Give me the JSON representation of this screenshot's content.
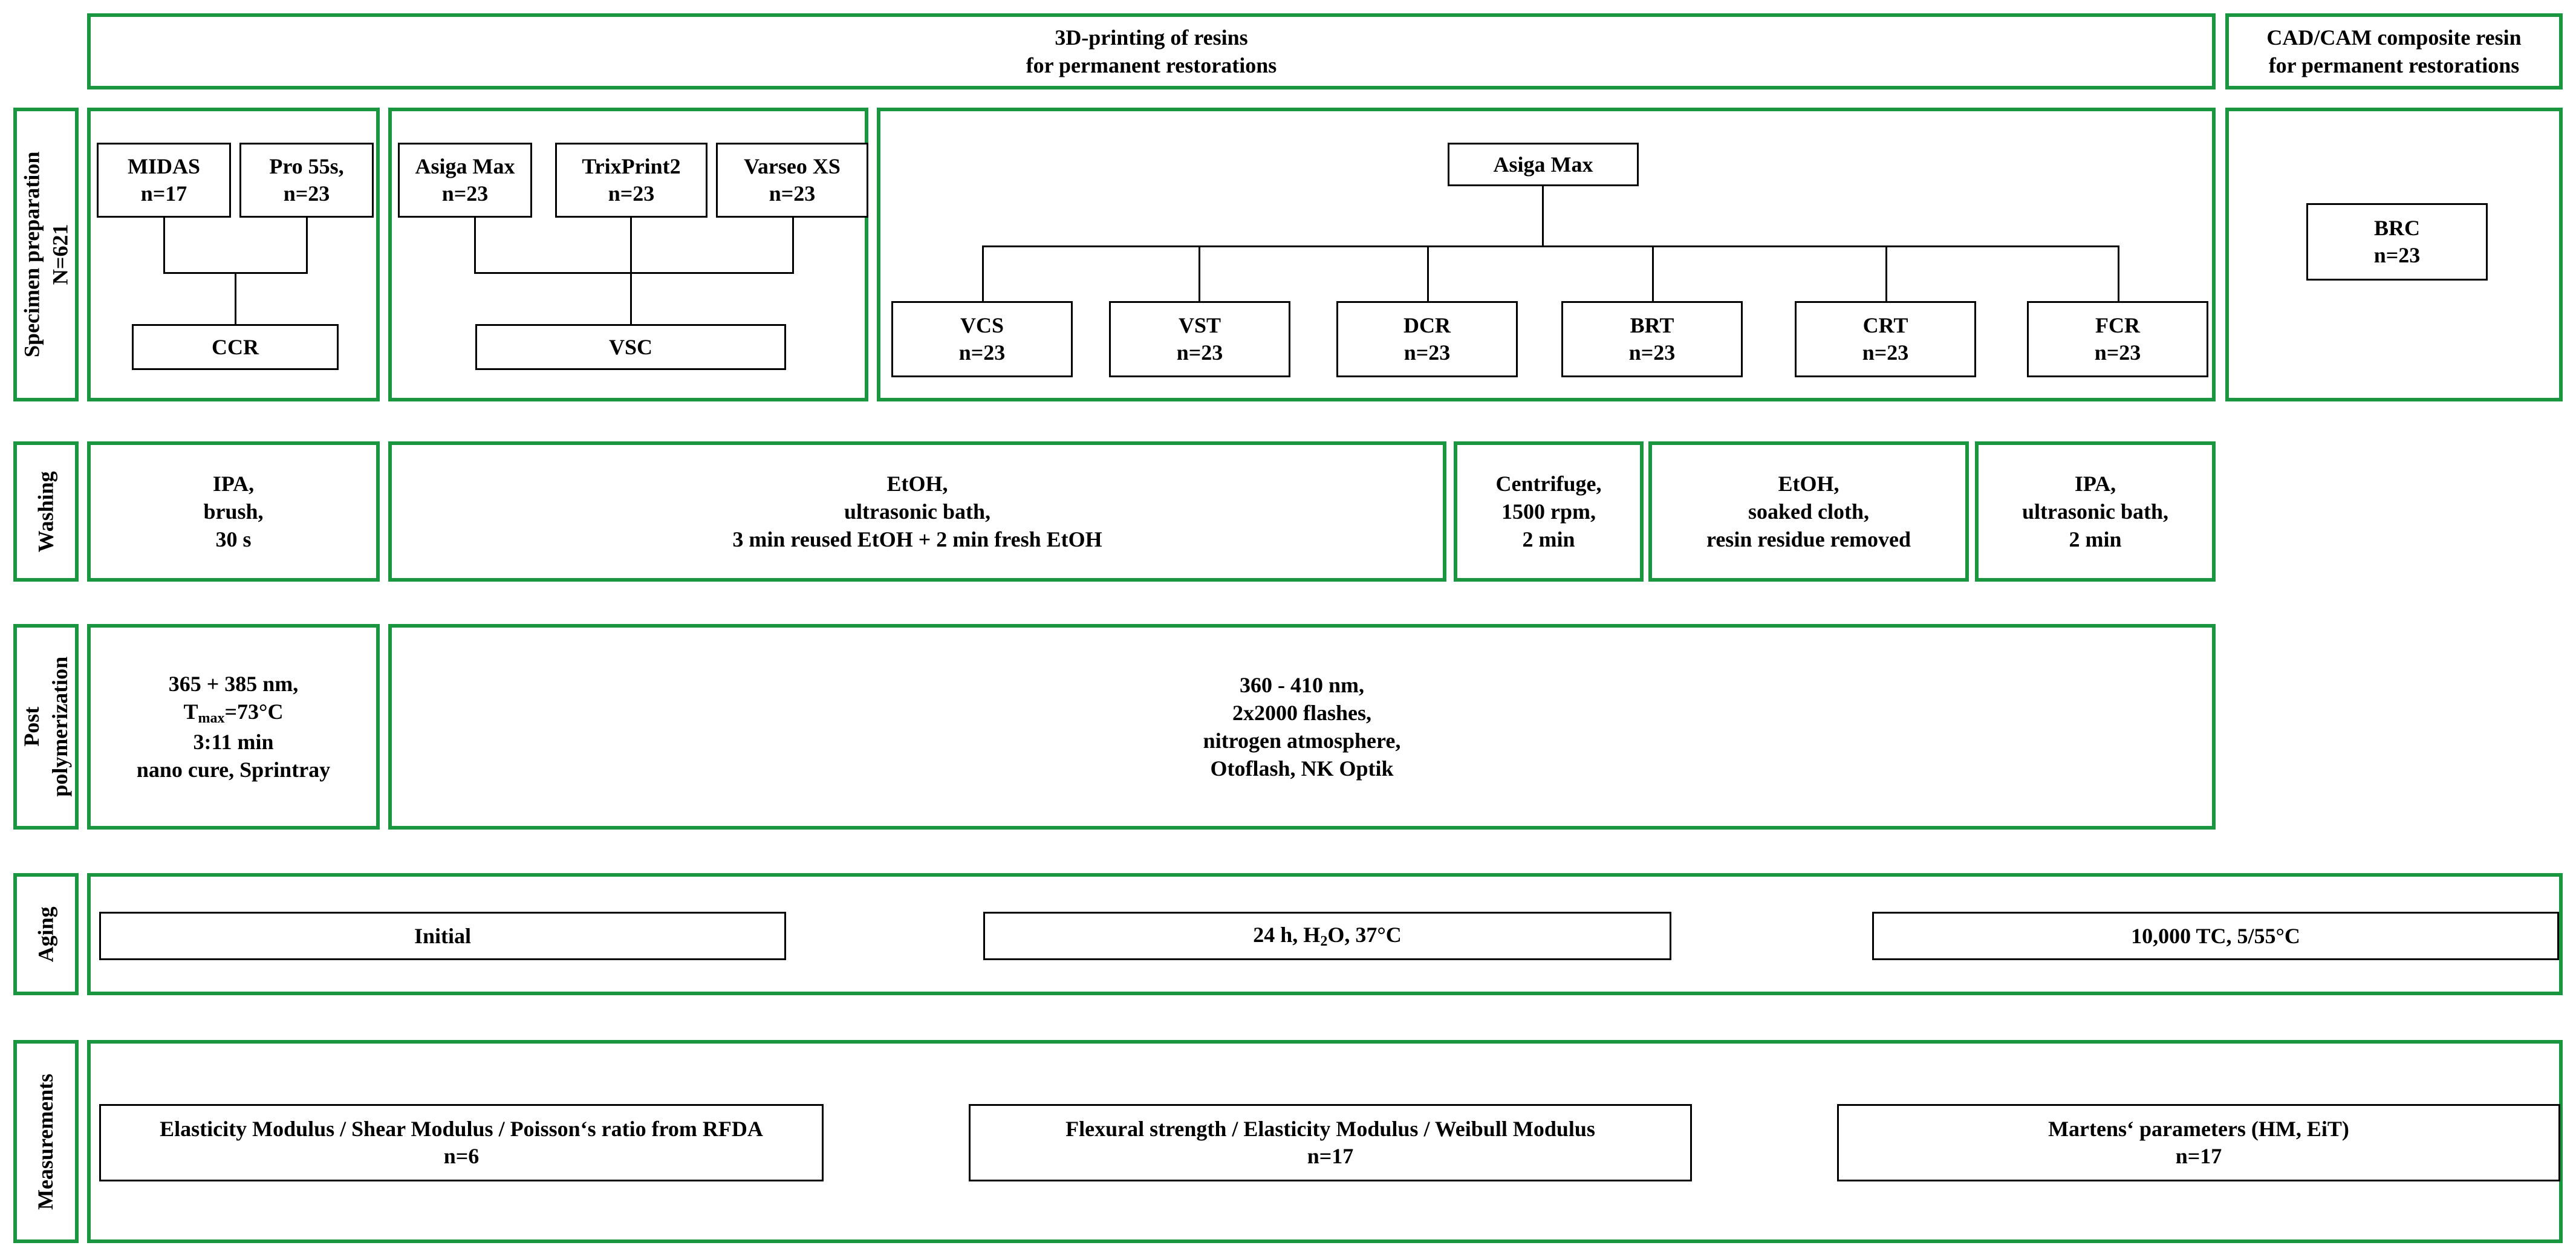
{
  "header": {
    "printing_line1": "3D-printing of resins",
    "printing_line2": "for permanent restorations",
    "cadcam_line1": "CAD/CAM composite resin",
    "cadcam_line2": "for permanent restorations"
  },
  "rows": {
    "specimen_label": "Specimen preparation",
    "specimen_n": "N=621",
    "washing_label": "Washing",
    "post_label_1": "Post",
    "post_label_2": "polymerization",
    "aging_label": "Aging",
    "measurements_label": "Measurements"
  },
  "specimen": {
    "midas": {
      "name": "MIDAS",
      "n": "n=17"
    },
    "pro55s": {
      "name": "Pro 55s,",
      "n": "n=23"
    },
    "ccr": "CCR",
    "asiga1": {
      "name": "Asiga Max",
      "n": "n=23"
    },
    "trixprint": {
      "name": "TrixPrint2",
      "n": "n=23"
    },
    "varseo": {
      "name": "Varseo XS",
      "n": "n=23"
    },
    "vsc": "VSC",
    "asiga2": "Asiga Max",
    "vcs": {
      "name": "VCS",
      "n": "n=23"
    },
    "vst": {
      "name": "VST",
      "n": "n=23"
    },
    "dcr": {
      "name": "DCR",
      "n": "n=23"
    },
    "brt": {
      "name": "BRT",
      "n": "n=23"
    },
    "crt": {
      "name": "CRT",
      "n": "n=23"
    },
    "fcr": {
      "name": "FCR",
      "n": "n=23"
    },
    "brc": {
      "name": "BRC",
      "n": "n=23"
    }
  },
  "washing": {
    "w1": [
      "IPA,",
      "brush,",
      "30 s"
    ],
    "w2": [
      "EtOH,",
      "ultrasonic bath,",
      "3 min reused EtOH + 2 min fresh EtOH"
    ],
    "w3": [
      "Centrifuge,",
      "1500 rpm,",
      "2 min"
    ],
    "w4": [
      "EtOH,",
      "soaked cloth,",
      "resin residue removed"
    ],
    "w5": [
      "IPA,",
      "ultrasonic bath,",
      "2 min"
    ]
  },
  "post": {
    "p1_line1": "365 + 385 nm,",
    "p1_t": "T",
    "p1_max": "max",
    "p1_temp": "=73°C",
    "p1_line3": "3:11 min",
    "p1_line4": "nano cure, Sprintray",
    "p2": [
      "360 - 410 nm,",
      "2x2000 flashes,",
      "nitrogen atmosphere,",
      "Otoflash, NK Optik"
    ]
  },
  "aging": {
    "initial": "Initial",
    "water_pre": "24 h, H",
    "water_sub": "2",
    "water_post": "O, 37°C",
    "tc": "10,000 TC, 5/55°C"
  },
  "measurements": {
    "m1": {
      "text": "Elasticity Modulus / Shear Modulus / Poisson‘s ratio from RFDA",
      "n": "n=6"
    },
    "m2": {
      "text": "Flexural strength / Elasticity Modulus / Weibull Modulus",
      "n": "n=17"
    },
    "m3": {
      "text": "Martens‘ parameters (HM, EiT)",
      "n": "n=17"
    }
  }
}
